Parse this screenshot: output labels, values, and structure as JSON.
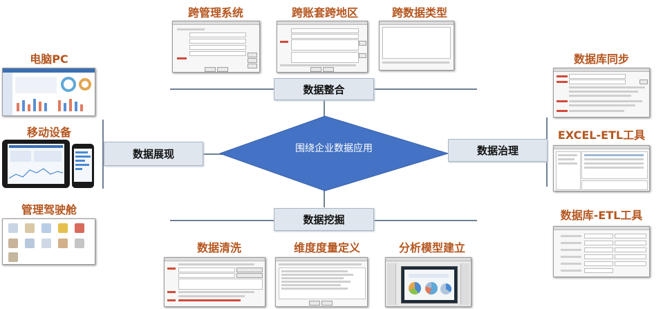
{
  "center": {
    "text": "围绕企业数据应用"
  },
  "boxes": {
    "integration": "数据整合",
    "presentation": "数据展现",
    "governance": "数据治理",
    "mining": "数据挖掘"
  },
  "top_labels": {
    "cross_management": "跨管理系统",
    "cross_region": "跨账套跨地区",
    "cross_datatype": "跨数据类型"
  },
  "left_labels": {
    "pc": "电脑PC",
    "mobile": "移动设备",
    "cockpit": "管理驾驶舱"
  },
  "right_labels": {
    "db_sync": "数据库同步",
    "excel_etl": "EXCEL-ETL工具",
    "db_etl": "数据库-ETL工具"
  },
  "bottom_labels": {
    "cleaning": "数据清洗",
    "dimension": "维度度量定义",
    "analysis_model": "分析模型建立"
  },
  "colors": {
    "diamond": "#4472c4",
    "label": "#b5561f",
    "box_fill": "#dfe6ee"
  }
}
